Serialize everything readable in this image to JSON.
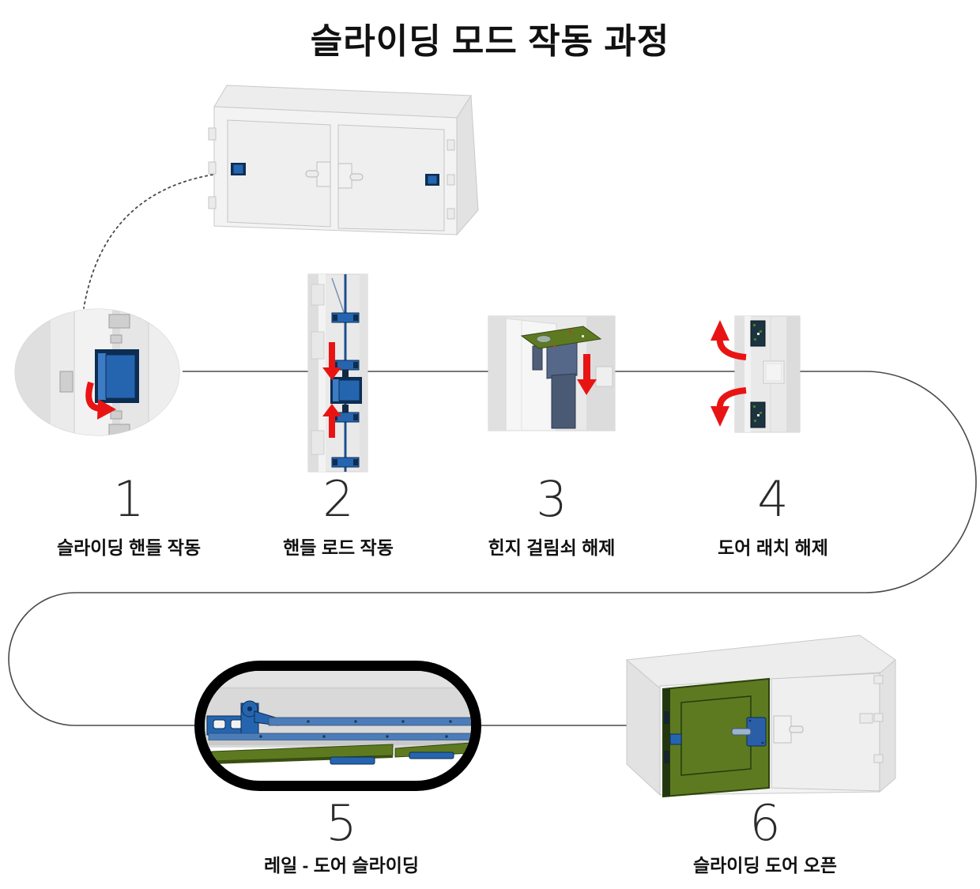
{
  "title": "슬라이딩 모드 작동 과정",
  "steps": [
    {
      "number": "1",
      "label": "슬라이딩 핸들 작동"
    },
    {
      "number": "2",
      "label": "핸들 로드 작동"
    },
    {
      "number": "3",
      "label": "힌지 걸림쇠 해제"
    },
    {
      "number": "4",
      "label": "도어 래치 해제"
    },
    {
      "number": "5",
      "label": "레일 - 도어 슬라이딩"
    },
    {
      "number": "6",
      "label": "슬라이딩 도어 오픈"
    }
  ],
  "arrow_icons": [
    "rotate-arrow (step 1, red)",
    "arrow-down / arrow-up (step 2, red)",
    "arrow-down (step 3, red)",
    "rotate-up / rotate-down (step 4, red)"
  ],
  "colors": {
    "accent_blue": "#2565b0",
    "accent_blue_dark": "#0d2d52",
    "rail_blue": "#4d7db8",
    "arrow_red": "#e81414",
    "highlight_green": "#5d7a20",
    "green_dark": "#2c420e",
    "flow_line_gray": "#4a4a4a"
  }
}
